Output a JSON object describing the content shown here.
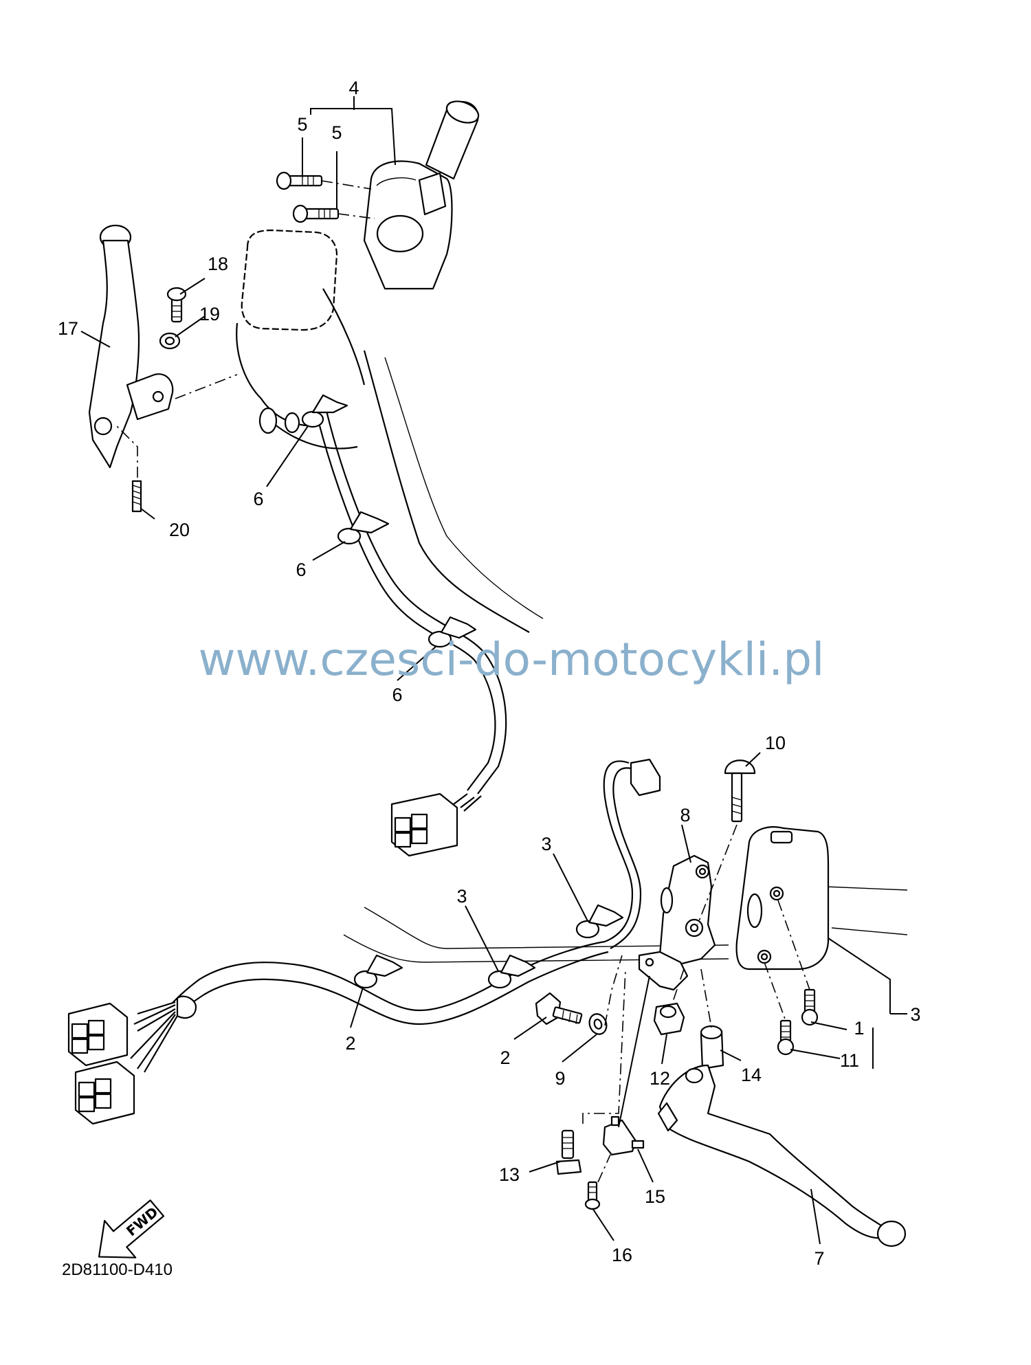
{
  "diagram": {
    "watermark": "www.czesci-do-motocykli.pl",
    "code": "2D81100-D410",
    "fwd_label": "FWD",
    "labels": [
      {
        "id": "4",
        "text": "4"
      },
      {
        "id": "5a",
        "text": "5"
      },
      {
        "id": "5b",
        "text": "5"
      },
      {
        "id": "18",
        "text": "18"
      },
      {
        "id": "19",
        "text": "19"
      },
      {
        "id": "17",
        "text": "17"
      },
      {
        "id": "6a",
        "text": "6"
      },
      {
        "id": "20",
        "text": "20"
      },
      {
        "id": "6b",
        "text": "6"
      },
      {
        "id": "6c",
        "text": "6"
      },
      {
        "id": "10",
        "text": "10"
      },
      {
        "id": "8",
        "text": "8"
      },
      {
        "id": "3a",
        "text": "3"
      },
      {
        "id": "3b",
        "text": "3"
      },
      {
        "id": "3c",
        "text": "3"
      },
      {
        "id": "1",
        "text": "1"
      },
      {
        "id": "2a",
        "text": "2"
      },
      {
        "id": "2b",
        "text": "2"
      },
      {
        "id": "11",
        "text": "11"
      },
      {
        "id": "12",
        "text": "12"
      },
      {
        "id": "14",
        "text": "14"
      },
      {
        "id": "9",
        "text": "9"
      },
      {
        "id": "13",
        "text": "13"
      },
      {
        "id": "15",
        "text": "15"
      },
      {
        "id": "16",
        "text": "16"
      },
      {
        "id": "7",
        "text": "7"
      }
    ]
  }
}
